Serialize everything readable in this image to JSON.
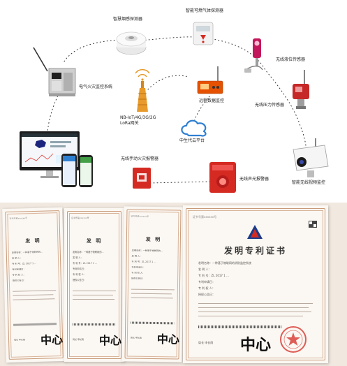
{
  "diagram": {
    "labels": {
      "smoke_detector": "智慧烟感探测器",
      "gas_detector": "智能可燃气体探测器",
      "liquid_level": "无线液位传感器",
      "electrical_fire": "电气火灾监控系统",
      "gateway_line1": "NB-IoT/4G/3G/2G",
      "gateway_line2": "LoRa网关",
      "remote_monitor": "远程数据监控",
      "pressure_sensor": "无线压力传感器",
      "cloud_platform": "中生代云平台",
      "manual_alarm": "无线手动火灾报警器",
      "sound_light_alarm": "无线声光报警器",
      "video_monitor": "智能无线视频监控"
    },
    "colors": {
      "accent_red": "#d42a22",
      "cloud_blue": "#2f7fd1",
      "gateway_orange": "#e89a2a",
      "dots": "#333333"
    }
  },
  "certificates": {
    "items": [
      {
        "header": "证书号第xxxxxx号",
        "title": "发 明",
        "fields": [
          "发明名称：一种基于物联网的...",
          "发 明 人：",
          "专 利 号：ZL 2017 1 ...",
          "专利申请日：",
          "专 利 权 人：",
          "授权公告日："
        ],
        "signature": "中心",
        "bottom_name": "局长 申长雨"
      },
      {
        "header": "证书号第xxxxxx号",
        "title": "发 明",
        "fields": [
          "发明名称：一种基于物联网的...",
          "发 明 人：",
          "专 利 号：ZL 2017 1 ...",
          "专利申请日：",
          "专 利 权 人：",
          "授权公告日："
        ],
        "signature": "中心",
        "bottom_name": "局长 申长雨"
      },
      {
        "header": "证书号第xxxxxx号",
        "title": "发 明",
        "fields": [
          "发明名称：一种基于物联网的...",
          "发 明 人：",
          "专 利 号：ZL 2017 1 ...",
          "专利申请日：",
          "专 利 权 人：",
          "授权公告日："
        ],
        "signature": "中心",
        "bottom_name": "局长 申长雨"
      },
      {
        "header": "证书号第xxxxxx号",
        "title": "发明专利证书",
        "fields": [
          "发明名称：一种基于物联网的消防监控系统",
          "发 明 人：",
          "专 利 号：ZL 2017 1 ...",
          "专利申请日：",
          "专 利 权 人：",
          "授权公告日："
        ],
        "signature": "中心",
        "bottom_name": "局长 申长雨"
      }
    ]
  }
}
